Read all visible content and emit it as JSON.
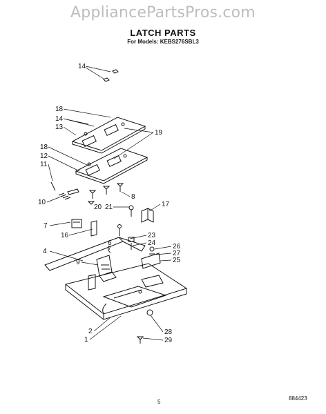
{
  "watermark": "AppliancePartsPros.com",
  "title": "LATCH PARTS",
  "subtitle": "For Models: KEBS276SBL3",
  "page_number": "5",
  "figure_code": "884423",
  "callouts": [
    "14",
    "18",
    "14",
    "13",
    "19",
    "18",
    "12",
    "11",
    "10",
    "8",
    "20",
    "21",
    "17",
    "7",
    "16",
    "23",
    "24",
    "4",
    "26",
    "27",
    "25",
    "9",
    "6",
    "2",
    "1",
    "28",
    "29"
  ]
}
